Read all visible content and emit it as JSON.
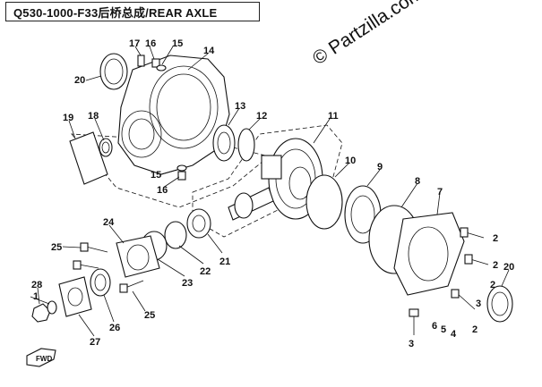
{
  "header": {
    "title": "Q530-1000-F33后桥总成/REAR AXLE"
  },
  "watermark": {
    "text": "© Partzilla.com"
  },
  "callouts": [
    {
      "num": "1"
    },
    {
      "num": "2"
    },
    {
      "num": "2"
    },
    {
      "num": "2"
    },
    {
      "num": "2"
    },
    {
      "num": "3"
    },
    {
      "num": "3"
    },
    {
      "num": "4"
    },
    {
      "num": "5"
    },
    {
      "num": "6"
    },
    {
      "num": "7"
    },
    {
      "num": "8"
    },
    {
      "num": "9"
    },
    {
      "num": "10"
    },
    {
      "num": "11"
    },
    {
      "num": "12"
    },
    {
      "num": "13"
    },
    {
      "num": "14"
    },
    {
      "num": "15"
    },
    {
      "num": "15"
    },
    {
      "num": "16"
    },
    {
      "num": "16"
    },
    {
      "num": "17"
    },
    {
      "num": "18"
    },
    {
      "num": "19"
    },
    {
      "num": "20"
    },
    {
      "num": "20"
    },
    {
      "num": "21"
    },
    {
      "num": "22"
    },
    {
      "num": "23"
    },
    {
      "num": "24"
    },
    {
      "num": "25"
    },
    {
      "num": "25"
    },
    {
      "num": "26"
    },
    {
      "num": "27"
    },
    {
      "num": "28"
    }
  ],
  "fwd_badge": {
    "text": "FWD"
  }
}
